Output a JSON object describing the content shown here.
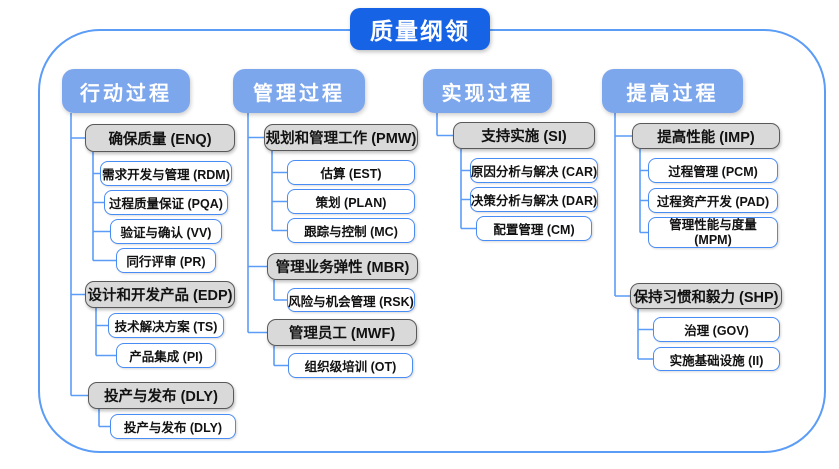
{
  "title": "质量纲领",
  "colors": {
    "title_bg": "#1663E6",
    "header_bg": "#7DA7ED",
    "group_bg": "#D9D9D9",
    "group_border": "#595959",
    "leaf_border": "#4A8CF5",
    "connector": "#5B9CF6"
  },
  "columns": [
    {
      "header": "行动过程",
      "groups": [
        {
          "label": "确保质量 (ENQ)",
          "children": [
            "需求开发与管理 (RDM)",
            "过程质量保证 (PQA)",
            "验证与确认 (VV)",
            "同行评审 (PR)"
          ]
        },
        {
          "label": "设计和开发产品 (EDP)",
          "children": [
            "技术解决方案 (TS)",
            "产品集成 (PI)"
          ]
        },
        {
          "label": "投产与发布 (DLY)",
          "children": [
            "投产与发布 (DLY)"
          ]
        }
      ]
    },
    {
      "header": "管理过程",
      "groups": [
        {
          "label": "规划和管理工作 (PMW)",
          "children": [
            "估算 (EST)",
            "策划 (PLAN)",
            "跟踪与控制 (MC)"
          ]
        },
        {
          "label": "管理业务弹性 (MBR)",
          "children": [
            "风险与机会管理 (RSK)"
          ]
        },
        {
          "label": "管理员工 (MWF)",
          "children": [
            "组织级培训 (OT)"
          ]
        }
      ]
    },
    {
      "header": "实现过程",
      "groups": [
        {
          "label": "支持实施 (SI)",
          "children": [
            "原因分析与解决 (CAR)",
            "决策分析与解决 (DAR)",
            "配置管理 (CM)"
          ]
        }
      ]
    },
    {
      "header": "提高过程",
      "groups": [
        {
          "label": "提高性能 (IMP)",
          "children": [
            "过程管理 (PCM)",
            "过程资产开发 (PAD)",
            "管理性能与度量 (MPM)"
          ]
        },
        {
          "label": "保持习惯和毅力 (SHP)",
          "children": [
            "治理 (GOV)",
            "实施基础设施 (II)"
          ]
        }
      ]
    }
  ]
}
